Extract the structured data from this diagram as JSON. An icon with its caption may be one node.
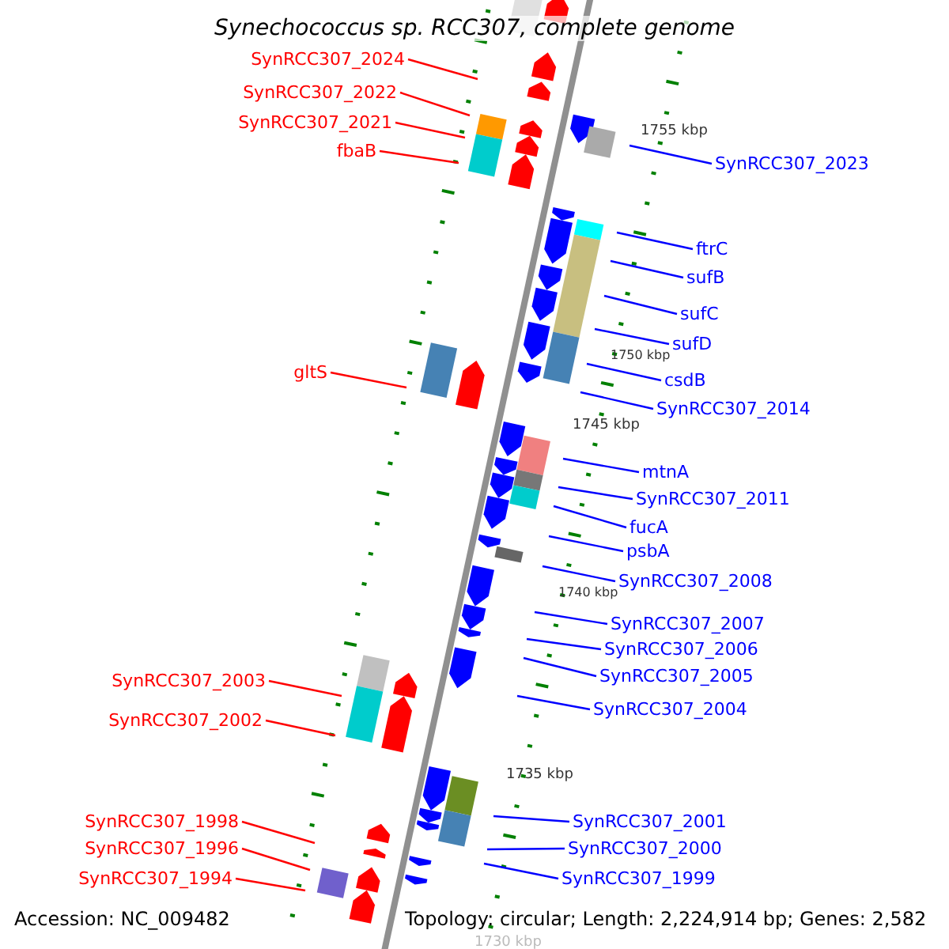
{
  "diagram": {
    "title": "Synechococcus sp. RCC307, complete genome",
    "nodes": [
      {
        "text": [
          "SynRCC307_2024"
        ]
      },
      {
        "text": [
          "SynRCC307_2022"
        ]
      },
      {
        "text": [
          "SynRCC307_2021"
        ]
      },
      {
        "text": [
          "fbaB"
        ]
      },
      {
        "text": [
          "SynRCC307_2023"
        ]
      },
      {
        "text": [
          "ftrC"
        ]
      },
      {
        "text": [
          "sufB"
        ]
      },
      {
        "text": [
          "sufC"
        ]
      },
      {
        "text": [
          "sufD"
        ]
      },
      {
        "text": [
          "gltS"
        ]
      },
      {
        "text": [
          "csdB"
        ]
      },
      {
        "text": [
          "SynRCC307_2014"
        ]
      },
      {
        "text": [
          "mtnA"
        ]
      },
      {
        "text": [
          "SynRCC307_2011"
        ]
      },
      {
        "text": [
          "fucA"
        ]
      },
      {
        "text": [
          "psbA"
        ]
      },
      {
        "text": [
          "SynRCC307_2008"
        ]
      },
      {
        "text": [
          "SynRCC307_2007"
        ]
      },
      {
        "text": [
          "SynRCC307_2006"
        ]
      },
      {
        "text": [
          "SynRCC307_2005"
        ]
      },
      {
        "text": [
          "SynRCC307_2003"
        ]
      },
      {
        "text": [
          "SynRCC307_2004"
        ]
      },
      {
        "text": [
          "SynRCC307_2002"
        ]
      },
      {
        "text": [
          "SynRCC307_1998"
        ]
      },
      {
        "text": [
          "SynRCC307_2001"
        ]
      },
      {
        "text": [
          "SynRCC307_1996"
        ]
      },
      {
        "text": [
          "SynRCC307_2000"
        ]
      },
      {
        "text": [
          "SynRCC307_1994"
        ]
      },
      {
        "text": [
          "SynRCC307_1999"
        ]
      }
    ],
    "edges": [
      {
        "from": 0,
        "to": null,
        "arrow": "none",
        "color": "#ff0000"
      },
      {
        "from": 1,
        "to": null,
        "arrow": "none",
        "color": "#ff0000"
      },
      {
        "from": 2,
        "to": null,
        "arrow": "none",
        "color": "#ff0000"
      },
      {
        "from": 3,
        "to": null,
        "arrow": "none",
        "color": "#ff0000"
      },
      {
        "from": 4,
        "to": null,
        "arrow": "none"
      },
      {
        "from": 5,
        "to": null,
        "arrow": "none"
      },
      {
        "from": 6,
        "to": null,
        "arrow": "none"
      },
      {
        "from": 7,
        "to": null,
        "arrow": "none"
      },
      {
        "from": 8,
        "to": null,
        "arrow": "none"
      },
      {
        "from": 9,
        "to": null,
        "arrow": "none",
        "color": "#ff0000"
      },
      {
        "from": 10,
        "to": null,
        "arrow": "none"
      },
      {
        "from": 11,
        "to": null,
        "arrow": "none"
      },
      {
        "from": 12,
        "to": null,
        "arrow": "none"
      },
      {
        "from": 13,
        "to": null,
        "arrow": "none"
      },
      {
        "from": 14,
        "to": null,
        "arrow": "none"
      },
      {
        "from": 15,
        "to": null,
        "arrow": "none"
      },
      {
        "from": 16,
        "to": null,
        "arrow": "none"
      },
      {
        "from": 17,
        "to": null,
        "arrow": "none"
      },
      {
        "from": 18,
        "to": null,
        "arrow": "none"
      },
      {
        "from": 19,
        "to": null,
        "arrow": "none"
      },
      {
        "from": 20,
        "to": null,
        "arrow": "none",
        "color": "#ff0000"
      },
      {
        "from": 21,
        "to": null,
        "arrow": "none"
      },
      {
        "from": 22,
        "to": null,
        "arrow": "none",
        "color": "#ff0000"
      },
      {
        "from": 23,
        "to": null,
        "arrow": "none",
        "color": "#ff0000"
      },
      {
        "from": 24,
        "to": null,
        "arrow": "none"
      },
      {
        "from": 25,
        "to": null,
        "arrow": "none",
        "color": "#ff0000"
      },
      {
        "from": 26,
        "to": null,
        "arrow": "none"
      },
      {
        "from": 27,
        "to": null,
        "arrow": "none",
        "color": "#ff0000"
      },
      {
        "from": 28,
        "to": null,
        "arrow": "none"
      }
    ],
    "labels": [
      "1755 kbp",
      "1750 kbp",
      "1745 kbp",
      "1740 kbp",
      "1735 kbp",
      "Accession: NC_009482",
      "Topology: circular; Length: 2,224,914 bp; Genes: 2,582",
      "1730 kbp"
    ]
  }
}
